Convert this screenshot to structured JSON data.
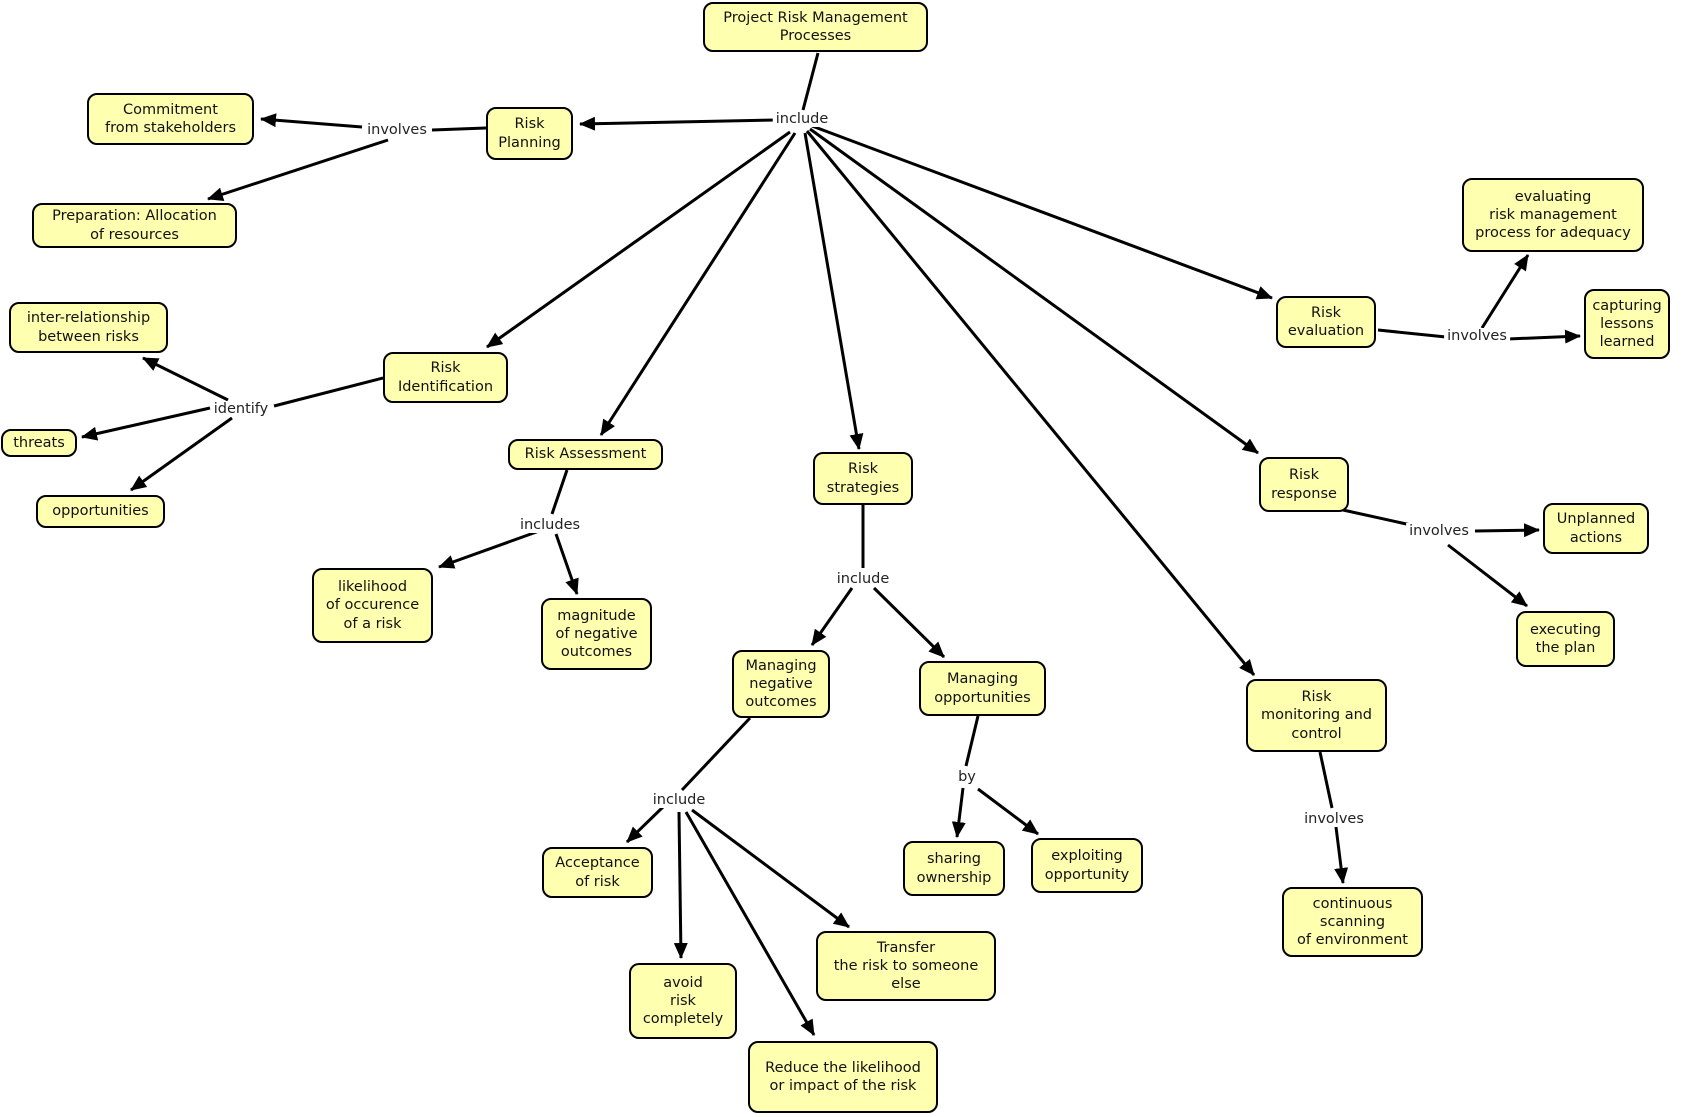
{
  "diagram": {
    "title": "Project Risk Management Processes concept map",
    "colors": {
      "node_fill": "#ffffb0",
      "node_border": "#000000",
      "line": "#000000",
      "background": "#ffffff"
    },
    "nodes": {
      "project": {
        "label": "Project Risk Management\nProcesses"
      },
      "risk_planning": {
        "label": "Risk\nPlanning"
      },
      "commitment": {
        "label": "Commitment\nfrom stakeholders"
      },
      "preparation": {
        "label": "Preparation: Allocation\nof resources"
      },
      "inter_relationship": {
        "label": "inter-relationship\nbetween risks"
      },
      "threats": {
        "label": "threats"
      },
      "opportunities": {
        "label": "opportunities"
      },
      "risk_identification": {
        "label": "Risk\nIdentification"
      },
      "risk_assessment": {
        "label": "Risk Assessment"
      },
      "likelihood": {
        "label": "likelihood\nof occurence\nof a risk"
      },
      "magnitude": {
        "label": "magnitude\nof negative\noutcomes"
      },
      "risk_strategies": {
        "label": "Risk\nstrategies"
      },
      "managing_negative": {
        "label": "Managing\nnegative\noutcomes"
      },
      "managing_opportunities": {
        "label": "Managing\nopportunities"
      },
      "acceptance": {
        "label": "Acceptance\nof risk"
      },
      "avoid": {
        "label": "avoid\nrisk\ncompletely"
      },
      "transfer": {
        "label": "Transfer\nthe risk to someone\nelse"
      },
      "reduce": {
        "label": "Reduce the likelihood\nor impact of the risk"
      },
      "sharing": {
        "label": "sharing\nownership"
      },
      "exploiting": {
        "label": "exploiting\nopportunity"
      },
      "risk_evaluation": {
        "label": "Risk\nevaluation"
      },
      "evaluating": {
        "label": "evaluating\nrisk management\nprocess for adequacy"
      },
      "capturing": {
        "label": "capturing\nlessons\nlearned"
      },
      "risk_response": {
        "label": "Risk\nresponse"
      },
      "unplanned": {
        "label": "Unplanned\nactions"
      },
      "executing": {
        "label": "executing\nthe plan"
      },
      "risk_monitoring": {
        "label": "Risk\nmonitoring and\ncontrol"
      },
      "continuous": {
        "label": "continuous\nscanning\nof environment"
      }
    },
    "edge_labels": {
      "include_main": "include",
      "involves_planning": "involves",
      "identify": "identify",
      "includes_assessment": "includes",
      "include_strategies": "include",
      "include_negative": "include",
      "by": "by",
      "involves_evaluation": "involves",
      "involves_response": "involves",
      "involves_monitoring": "involves"
    }
  }
}
